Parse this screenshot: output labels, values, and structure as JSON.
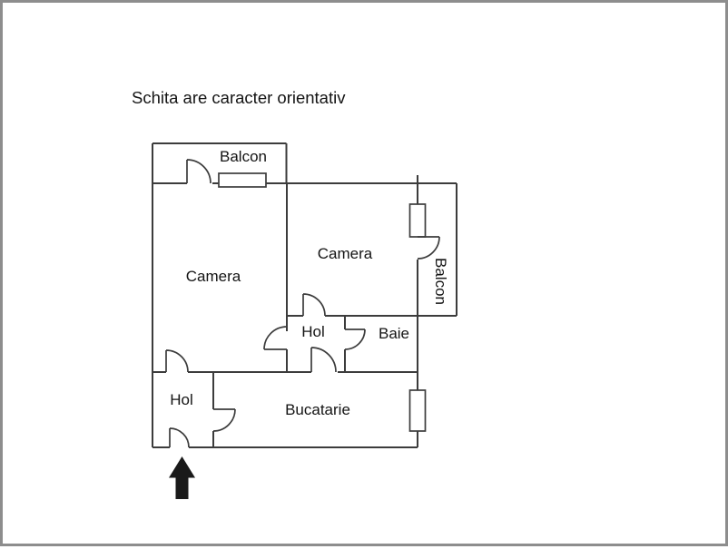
{
  "title": "Schita are caracter orientativ",
  "rooms": {
    "balcon_top": {
      "label": "Balcon"
    },
    "camera_left": {
      "label": "Camera"
    },
    "camera_right": {
      "label": "Camera"
    },
    "hol_middle": {
      "label": "Hol"
    },
    "baie": {
      "label": "Baie"
    },
    "balcon_right": {
      "label": "Balcon"
    },
    "bucatarie": {
      "label": "Bucatarie"
    },
    "hol_bottom": {
      "label": "Hol"
    }
  },
  "entrance_arrow": {
    "direction": "up"
  },
  "colors": {
    "wall": "#3c3c3c",
    "text": "#141414",
    "arrow": "#1a1a1a",
    "canvas_border": "#8d8d8d",
    "background": "#ffffff"
  }
}
